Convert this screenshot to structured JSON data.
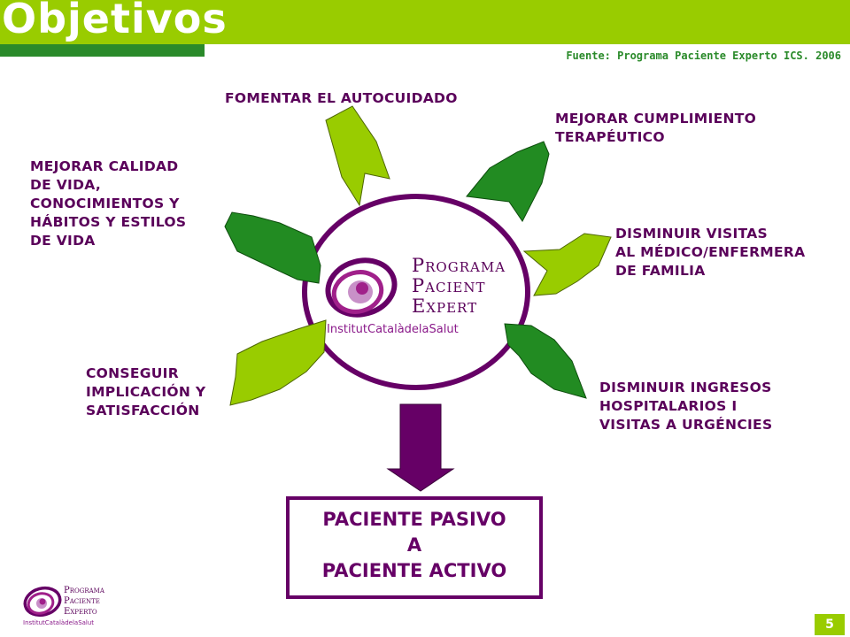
{
  "title": "Objetivos",
  "source": "Fuente: Programa Paciente Experto ICS. 2006",
  "goals": [
    {
      "id": "autocuidado",
      "lines": [
        "FOMENTAR EL AUTOCUIDADO"
      ]
    },
    {
      "id": "cumplimiento",
      "lines": [
        "MEJORAR CUMPLIMIENTO",
        "TERAPÉUTICO"
      ]
    },
    {
      "id": "visitas",
      "lines": [
        "DISMINUIR VISITAS",
        "AL MÉDICO/ENFERMERA",
        "DE FAMILIA"
      ]
    },
    {
      "id": "ingresos",
      "lines": [
        "DISMINUIR INGRESOS",
        "HOSPITALARIOS I",
        "VISITAS A URGÉNCIES"
      ]
    },
    {
      "id": "implicacion",
      "lines": [
        "CONSEGUIR",
        "IMPLICACIÓN Y",
        "SATISFACCIÓN"
      ]
    },
    {
      "id": "calidad",
      "lines": [
        "MEJORAR CALIDAD",
        "DE VIDA,",
        "CONOCIMIENTOS Y",
        "HÁBITOS Y ESTILOS",
        "DE VIDA"
      ]
    }
  ],
  "result": {
    "lines": [
      "PACIENTE PASIVO",
      "A",
      "PACIENTE ACTIVO"
    ]
  },
  "logo_main": {
    "name_lines": [
      "Programa",
      "Pacient",
      "Expert"
    ],
    "tagline": "InstitutCatalàdelaSalut"
  },
  "logo_small": {
    "name_lines": [
      "Programa",
      "Paciente",
      "Experto"
    ],
    "tagline": "InstitutCatalàdelaSalut"
  },
  "page_number": "5",
  "colors": {
    "header_green": "#99cc00",
    "dark_green": "#2a8a2a",
    "light_arrow": "#99cc00",
    "dark_arrow": "#228b22",
    "purple": "#660066",
    "magenta": "#a0208a"
  }
}
